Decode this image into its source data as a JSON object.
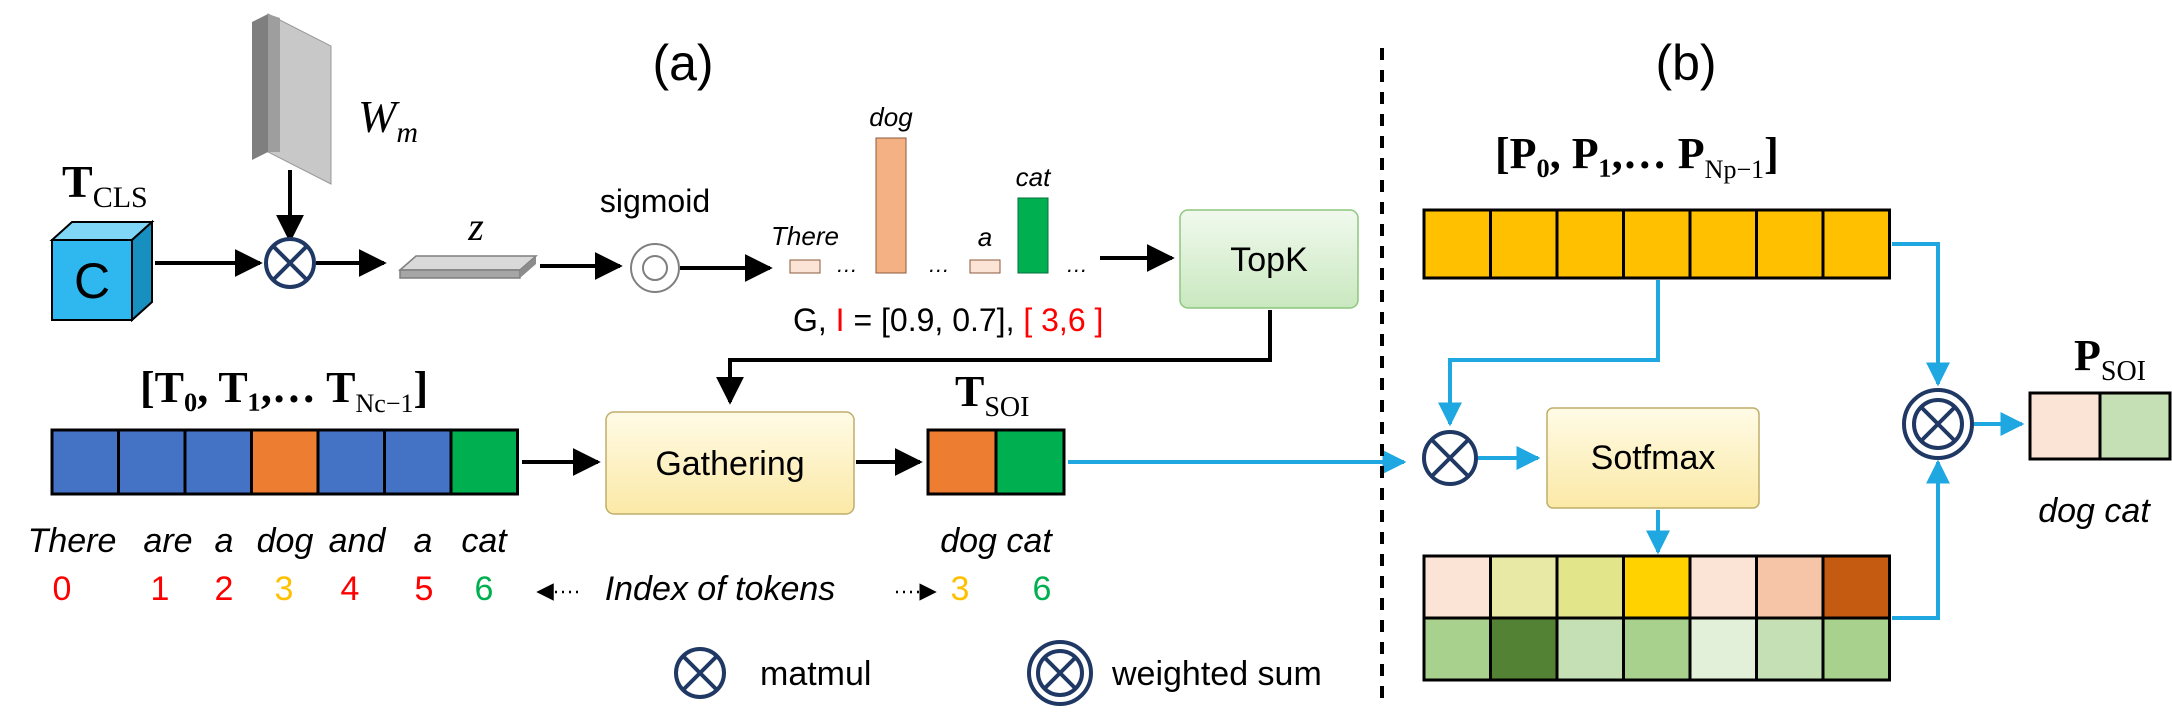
{
  "panel_a": {
    "label": "(a)",
    "wm_label": "W",
    "wm_sub": "m",
    "tcls_main": "T",
    "tcls_sub": "CLS",
    "cube_label": "C",
    "z_label": "z",
    "sigmoid_label": "sigmoid",
    "bar_words": {
      "there": "There",
      "dog": "dog",
      "a": "a",
      "cat": "cat"
    },
    "ellipsis": "…",
    "topk_label": "TopK",
    "gi_prefix": "G, ",
    "gi_i": "I",
    "gi_values": " = [0.9, 0.7], ",
    "gi_indices": "[ 3,6 ]",
    "token_seq_label": "[T₀, T₁,… T",
    "token_seq_sub": "Nc−1",
    "token_seq_end": "]",
    "gathering_label": "Gathering",
    "tsoi_main": "T",
    "tsoi_sub": "SOI",
    "words": [
      "There",
      "are",
      "a",
      "dog",
      "and",
      "a",
      "cat"
    ],
    "indices": [
      "0",
      "1",
      "2",
      "3",
      "4",
      "5",
      "6"
    ],
    "index_of_tokens": "Index of tokens",
    "soi_words": "dog cat",
    "soi_indices": [
      "3",
      "6"
    ]
  },
  "panel_b": {
    "label": "(b)",
    "patch_seq_label": "[P₀, P₁,… P",
    "patch_seq_sub": "Np−1",
    "patch_seq_end": "]",
    "softmax_label": "Sotfmax",
    "psoi_main": "P",
    "psoi_sub": "SOI",
    "psoi_words": "dog cat"
  },
  "legend": {
    "matmul_label": "matmul",
    "weighted_sum_label": "weighted sum"
  },
  "colors": {
    "token_blue": "#4472C4",
    "token_orange": "#ED7D31",
    "token_green": "#00B050",
    "patch_yellow": "#FFC000",
    "arrow_blue": "#1EA7E1",
    "index_red": "#FF0000",
    "index_yellow": "#FFC000",
    "index_green": "#00B050",
    "cube_blue": "#2FB8F0",
    "heat_top": [
      "#FBE3D5",
      "#E9E9A6",
      "#E3E58A",
      "#FFD200",
      "#FBE3D5",
      "#F6C4A6",
      "#C55A11"
    ],
    "heat_bottom": [
      "#A9D18E",
      "#548235",
      "#C5E0B4",
      "#A9D18E",
      "#E2F0D9",
      "#C5E0B4",
      "#A9D18E"
    ]
  }
}
